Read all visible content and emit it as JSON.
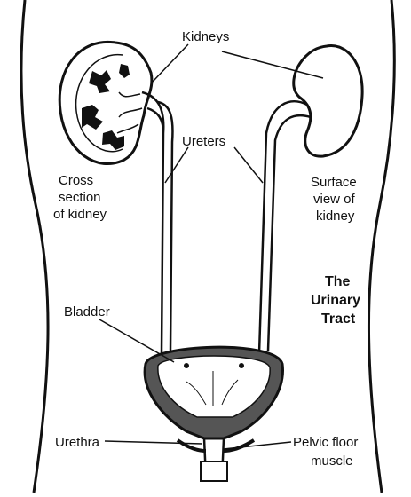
{
  "labels": {
    "kidneys": "Kidneys",
    "ureters": "Ureters",
    "cross_section": [
      "Cross",
      "section",
      "of kidney"
    ],
    "surface_view": [
      "Surface",
      "view of",
      "kidney"
    ],
    "title": [
      "The",
      "Urinary",
      "Tract"
    ],
    "bladder": "Bladder",
    "urethra": "Urethra",
    "pelvic_floor": [
      "Pelvic floor",
      "muscle"
    ]
  },
  "colors": {
    "line": "#111111",
    "bladder_wall": "#555555",
    "background": "#ffffff"
  }
}
